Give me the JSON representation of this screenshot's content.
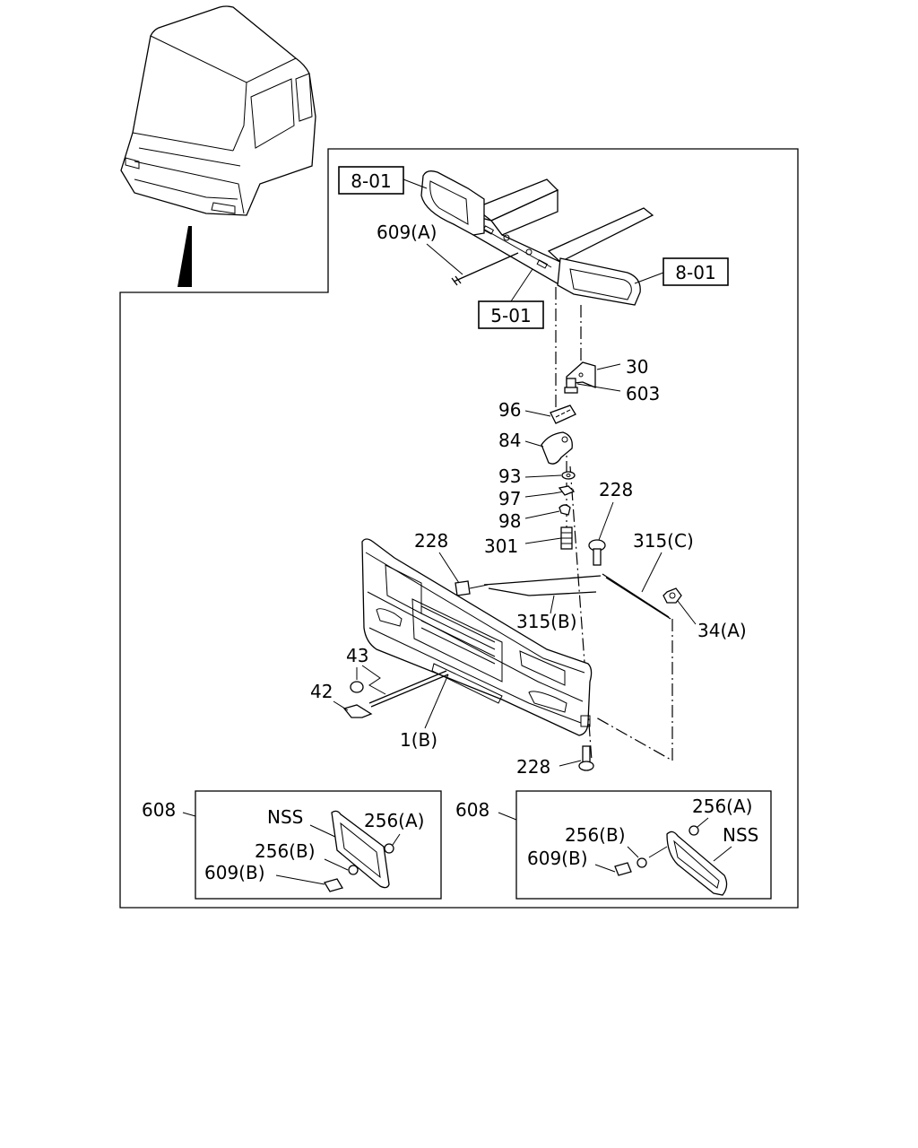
{
  "labels": {
    "ref_8_01_left": "8-01",
    "ref_8_01_right": "8-01",
    "ref_5_01": "5-01",
    "p609a": "609(A)",
    "p30": "30",
    "p603": "603",
    "p96": "96",
    "p84": "84",
    "p93": "93",
    "p97": "97",
    "p98": "98",
    "p301": "301",
    "p228_top": "228",
    "p228_left": "228",
    "p228_bottom": "228",
    "p315c": "315(C)",
    "p315b": "315(B)",
    "p34a": "34(A)",
    "p43": "43",
    "p42": "42",
    "p1b": "1(B)",
    "inset_left": {
      "p608": "608",
      "nss": "NSS",
      "p256a": "256(A)",
      "p256b": "256(B)",
      "p609b": "609(B)"
    },
    "inset_right": {
      "p608": "608",
      "p256a": "256(A)",
      "p256b": "256(B)",
      "nss": "NSS",
      "p609b": "609(B)"
    }
  }
}
